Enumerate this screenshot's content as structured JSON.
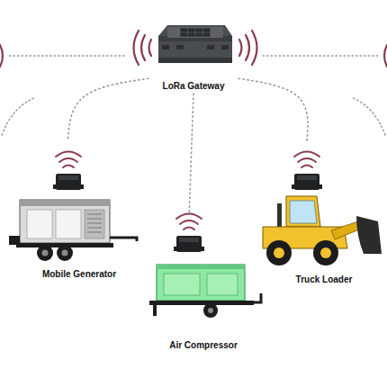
{
  "diagram": {
    "nodes": [
      {
        "text": [
          "LoRa Gateway"
        ]
      },
      {
        "text": [
          "Mobile Generator"
        ]
      },
      {
        "text": [
          "Truck Loader"
        ]
      },
      {
        "text": [
          "Air Compressor"
        ]
      }
    ],
    "edges": [
      {
        "from": 0,
        "to": 1,
        "arrow": "none"
      },
      {
        "from": 0,
        "to": 2,
        "arrow": "none"
      },
      {
        "from": 0,
        "to": 3,
        "arrow": "none"
      }
    ]
  }
}
